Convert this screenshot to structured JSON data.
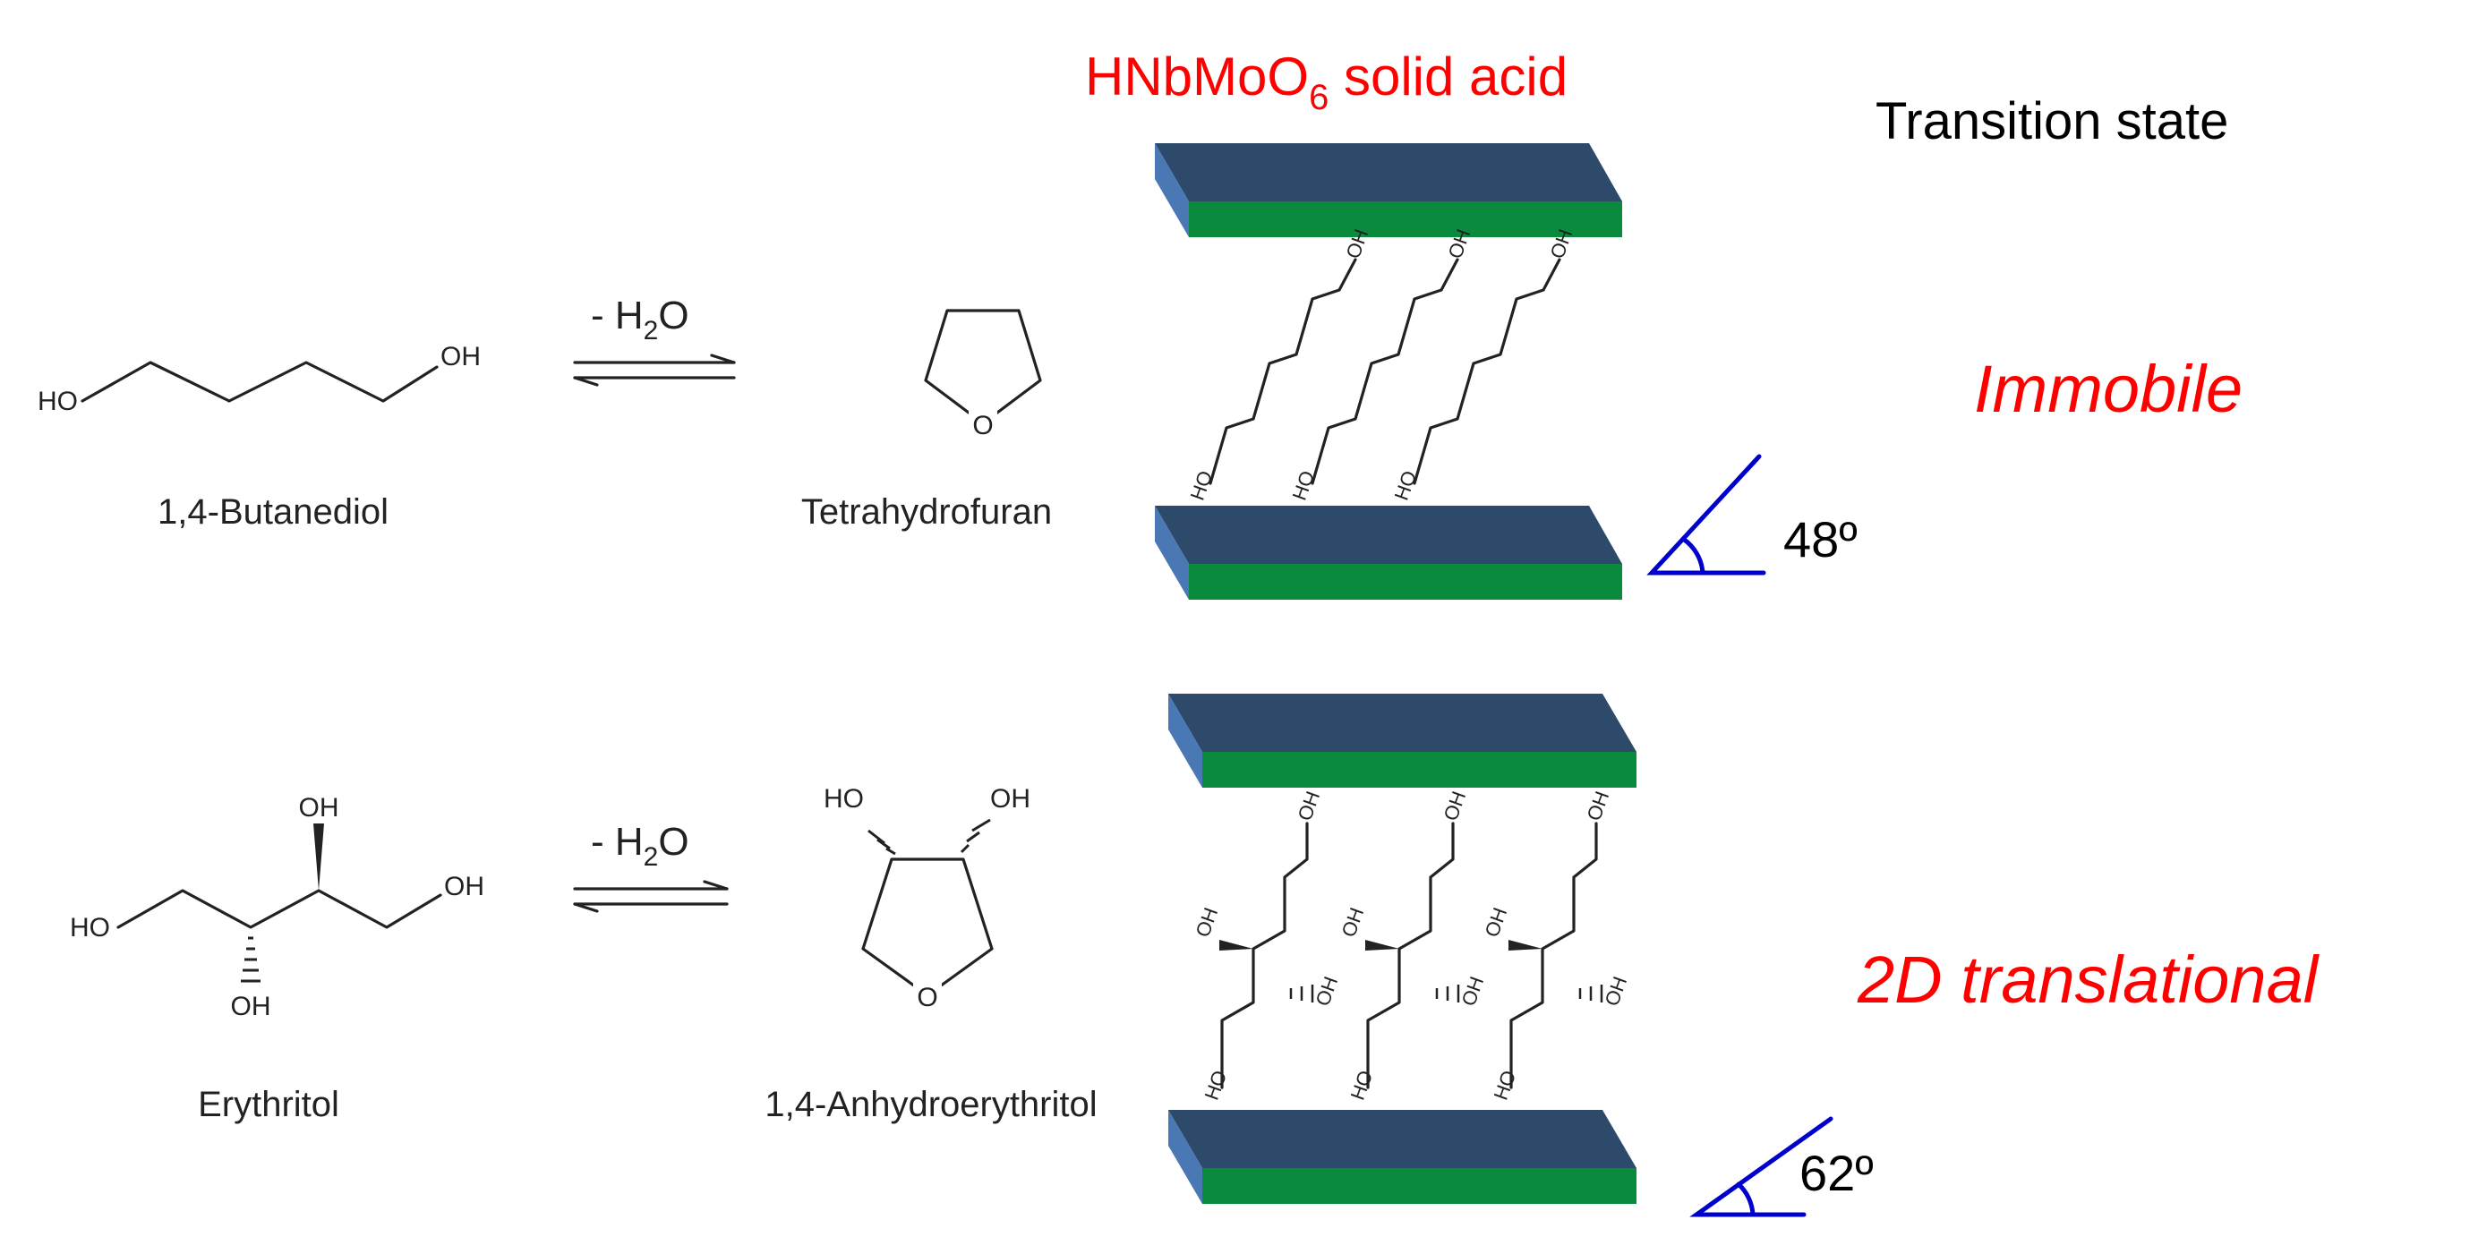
{
  "catalyst": {
    "prefix": "HNbMoO",
    "subscript": "6",
    "suffix": " solid acid"
  },
  "header": "Transition state",
  "reactions": [
    {
      "reactant": "1,4-Butanediol",
      "condition": {
        "prefix": "- H",
        "subscript": "2",
        "suffix": "O"
      },
      "product": "Tetrahydrofuran",
      "mode": "Immobile",
      "angle": "48º"
    },
    {
      "reactant": "Erythritol",
      "condition": {
        "prefix": "- H",
        "subscript": "2",
        "suffix": "O"
      },
      "product": "1,4-Anhydroerythritol",
      "mode": "2D translational",
      "angle": "62º"
    }
  ],
  "atoms": {
    "hydroxyl": "OH",
    "hydroxyl_left": "HO",
    "oxygen": "O"
  },
  "colors": {
    "slab_top": "#2e4a6b",
    "slab_front": "#0a8a3c",
    "slab_side": "#4a78b5",
    "accent": "#ff0000",
    "angle": "#0000cc"
  }
}
